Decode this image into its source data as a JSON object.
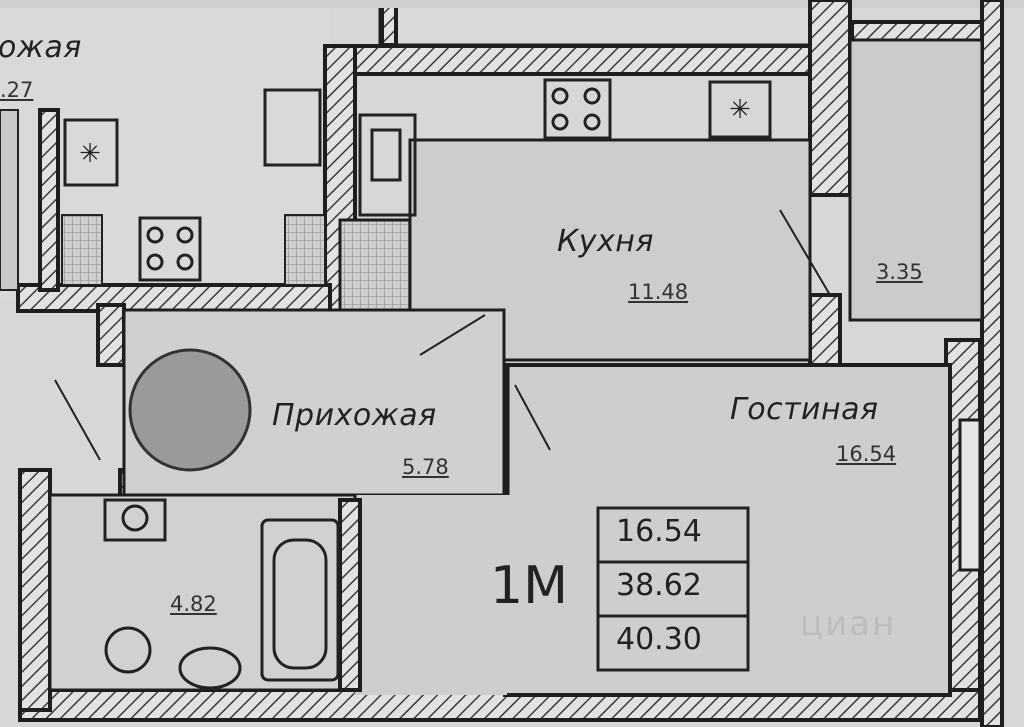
{
  "plan": {
    "neighbor_room_name": "ожая",
    "neighbor_room_area": ".27",
    "rooms": [
      {
        "name": "Кухня",
        "area": "11.48"
      },
      {
        "name": "",
        "area": "3.35"
      },
      {
        "name": "Прихожая",
        "area": "5.78"
      },
      {
        "name": "Гостиная",
        "area": "16.54"
      },
      {
        "name": "",
        "area": "4.82"
      }
    ],
    "apartment_type": "1М",
    "area_table": [
      "16.54",
      "38.62",
      "40.30"
    ],
    "watermark": "циан"
  }
}
